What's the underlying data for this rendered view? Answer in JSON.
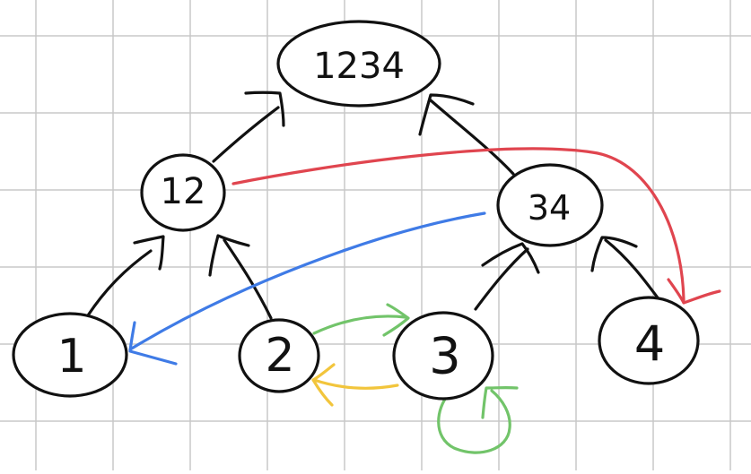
{
  "diagram": {
    "colors": {
      "grid": "#c8c8c8",
      "ink": "#111111",
      "red": "#e0454f",
      "blue": "#3f7be6",
      "green": "#72c46a",
      "yellow": "#f2c53c"
    },
    "nodes": [
      {
        "id": "1234",
        "label": "1234"
      },
      {
        "id": "12",
        "label": "12"
      },
      {
        "id": "34",
        "label": "34"
      },
      {
        "id": "1",
        "label": "1"
      },
      {
        "id": "2",
        "label": "2"
      },
      {
        "id": "3",
        "label": "3"
      },
      {
        "id": "4",
        "label": "4"
      }
    ],
    "edges": [
      {
        "from": "1",
        "to": "12",
        "color": "ink"
      },
      {
        "from": "2",
        "to": "12",
        "color": "ink"
      },
      {
        "from": "3",
        "to": "34",
        "color": "ink"
      },
      {
        "from": "4",
        "to": "34",
        "color": "ink"
      },
      {
        "from": "12",
        "to": "1234",
        "color": "ink"
      },
      {
        "from": "34",
        "to": "1234",
        "color": "ink"
      },
      {
        "from": "12",
        "to": "4",
        "color": "red"
      },
      {
        "from": "34",
        "to": "1",
        "color": "blue"
      },
      {
        "from": "2",
        "to": "3",
        "color": "green"
      },
      {
        "from": "3",
        "to": "2",
        "color": "yellow"
      },
      {
        "from": "3",
        "to": "3",
        "color": "green"
      }
    ]
  }
}
